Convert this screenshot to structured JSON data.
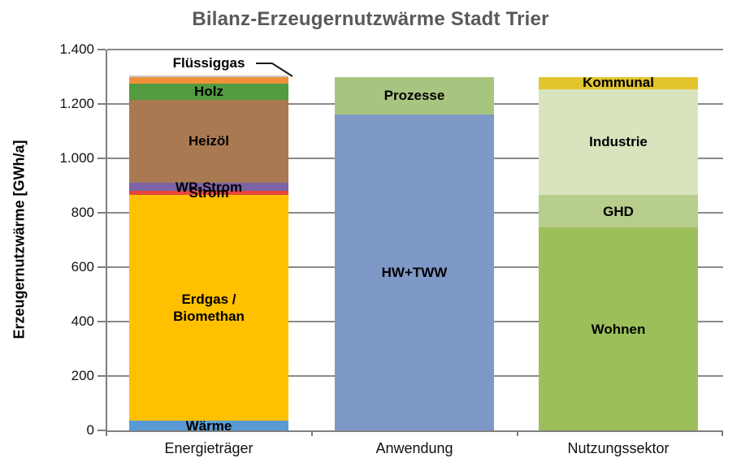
{
  "title": "Bilanz-Erzeugernutzwärme Stadt Trier",
  "y_axis": {
    "label": "Erzeugernutzwärme [GWh/a]",
    "unit": "GWh/a",
    "ticks": [
      {
        "value": 0,
        "label": "0"
      },
      {
        "value": 200,
        "label": "200"
      },
      {
        "value": 400,
        "label": "400"
      },
      {
        "value": 600,
        "label": "600"
      },
      {
        "value": 800,
        "label": "800"
      },
      {
        "value": 1000,
        "label": "1.000"
      },
      {
        "value": 1200,
        "label": "1.200"
      },
      {
        "value": 1400,
        "label": "1.400"
      }
    ]
  },
  "chart_data": {
    "type": "bar",
    "stacked": true,
    "title": "Bilanz-Erzeugernutzwärme Stadt Trier",
    "ylabel": "Erzeugernutzwärme [GWh/a]",
    "ylim": [
      0,
      1400
    ],
    "grid": true,
    "legend": "none (labels inside segments)",
    "categories": [
      "Energieträger",
      "Anwendung",
      "Nutzungssektor"
    ],
    "bars": [
      {
        "category": "Energieträger",
        "total": 1300,
        "segments": [
          {
            "label": "Wärme",
            "value": 35,
            "color": "#5b9bd5"
          },
          {
            "label": "Erdgas /\nBiomethan",
            "value": 830,
            "color": "#ffc000"
          },
          {
            "label": "Strom",
            "value": 15,
            "color": "#e8463a"
          },
          {
            "label": "WP-Strom",
            "value": 30,
            "color": "#7d63a5"
          },
          {
            "label": "Heizöl",
            "value": 305,
            "color": "#a97a52"
          },
          {
            "label": "Holz",
            "value": 60,
            "color": "#539b40"
          },
          {
            "label": "Flüssiggas",
            "value": 25,
            "color": "#f0913a",
            "callout": true,
            "top_border": "#c9c9c9"
          }
        ]
      },
      {
        "category": "Anwendung",
        "total": 1300,
        "segments": [
          {
            "label": "HW+TWW",
            "value": 1160,
            "color": "#7e99c7"
          },
          {
            "label": "Prozesse",
            "value": 140,
            "color": "#a8c580"
          }
        ]
      },
      {
        "category": "Nutzungssektor",
        "total": 1300,
        "segments": [
          {
            "label": "Wohnen",
            "value": 745,
            "color": "#9cbf5c"
          },
          {
            "label": "GHD",
            "value": 120,
            "color": "#b7cd8c"
          },
          {
            "label": "Industrie",
            "value": 390,
            "color": "#d9e4bf"
          },
          {
            "label": "Kommunal",
            "value": 45,
            "color": "#e2c42d"
          }
        ]
      }
    ]
  }
}
